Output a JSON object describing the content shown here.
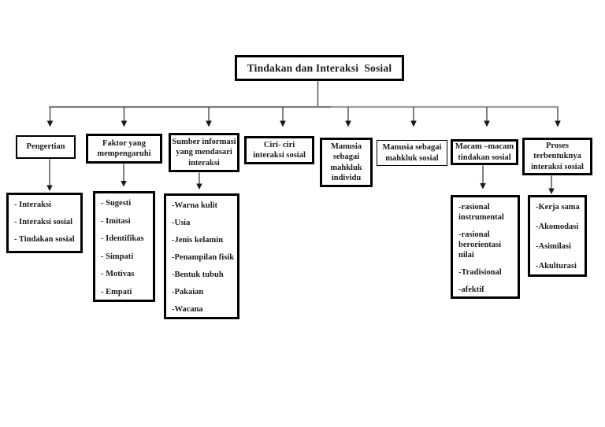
{
  "title": {
    "label": "Tindakan dan Interaksi  Sosial"
  },
  "colors": {
    "background": "#ffffff",
    "box_border": "#000000",
    "text": "#1b1b1b",
    "connector_gray": "#8c8c8c",
    "arrow_dark": "#1a1a1a"
  },
  "branches": [
    {
      "label": "Pengertian",
      "items": [
        "- Interaksi",
        "- Interaksi sosial",
        "- Tindakan sosial"
      ]
    },
    {
      "label": "Faktor yang\nmempengaruhi",
      "items": [
        "- Sugesti",
        "- Imitasi",
        "- Identifikas",
        "- Simpati",
        "- Motivas",
        "- Empati"
      ]
    },
    {
      "label": "Sumber informasi\nyang mendasari\ninteraksi",
      "items": [
        "-Warna kulit",
        "-Usia",
        "-Jenis kelamin",
        "-Penampilan fisik",
        "-Bentuk tubuh",
        "-Pakaian",
        "-Wacana"
      ]
    },
    {
      "label": "Ciri- ciri\ninteraksi sosial",
      "items": []
    },
    {
      "label": "Manusia\nsebagai\nmahkluk\nindividu",
      "items": []
    },
    {
      "label": "Manusia sebagai\nmahkluk sosial",
      "items": []
    },
    {
      "label": "Macam –macam\ntindakan sosial",
      "items": [
        "-rasional\ninstrumental",
        "-rasional\nberorientasi\nnilai",
        "-Tradisional",
        "-afektif"
      ]
    },
    {
      "label": "Proses\nterbentuknya\ninteraksi sosial",
      "items": [
        "-Kerja sama",
        "-Akomodasi",
        "-Asimilasi",
        "-Akulturasi"
      ]
    }
  ]
}
